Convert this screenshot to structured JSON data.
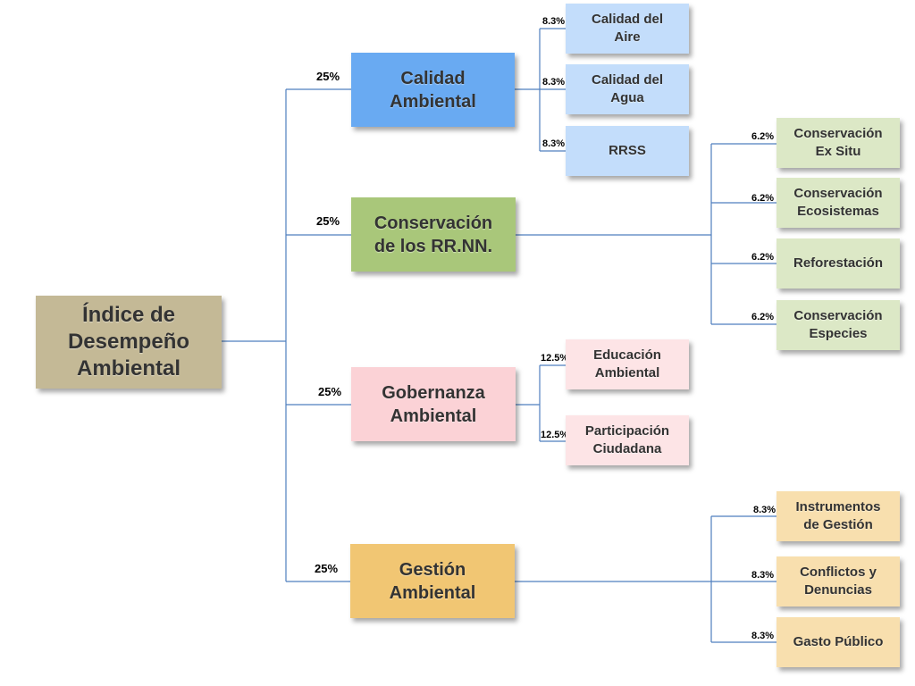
{
  "colors": {
    "line": "#4f7fbf",
    "root": "#c4b996",
    "calidad": "#69aaf2",
    "calidad_leaf": "#c3ddfb",
    "conservacion": "#a9c77a",
    "conservacion_leaf": "#dce8c6",
    "gobernanza": "#fbd2d6",
    "gobernanza_leaf": "#fde4e6",
    "gestion": "#f1c673",
    "gestion_leaf": "#f8dfae"
  },
  "root": {
    "label": "Índice de\nDesempeño\nAmbiental"
  },
  "branches": [
    {
      "label": "Calidad\nAmbiental",
      "weight": "25%",
      "children": [
        {
          "label": "Calidad del\nAire",
          "weight": "8.3%"
        },
        {
          "label": "Calidad del\nAgua",
          "weight": "8.3%"
        },
        {
          "label": "RRSS",
          "weight": "8.3%"
        }
      ]
    },
    {
      "label": "Conservación\nde los RR.NN.",
      "weight": "25%",
      "children": [
        {
          "label": "Conservación\nEx Situ",
          "weight": "6.2%"
        },
        {
          "label": "Conservación\nEcosistemas",
          "weight": "6.2%"
        },
        {
          "label": "Reforestación",
          "weight": "6.2%"
        },
        {
          "label": "Conservación\nEspecies",
          "weight": "6.2%"
        }
      ]
    },
    {
      "label": "Gobernanza\nAmbiental",
      "weight": "25%",
      "children": [
        {
          "label": "Educación\nAmbiental",
          "weight": "12.5%"
        },
        {
          "label": "Participación\nCiudadana",
          "weight": "12.5%"
        }
      ]
    },
    {
      "label": "Gestión\nAmbiental",
      "weight": "25%",
      "children": [
        {
          "label": "Instrumentos\nde Gestión",
          "weight": "8.3%"
        },
        {
          "label": "Conflictos y\nDenuncias",
          "weight": "8.3%"
        },
        {
          "label": "Gasto Público",
          "weight": "8.3%"
        }
      ]
    }
  ]
}
